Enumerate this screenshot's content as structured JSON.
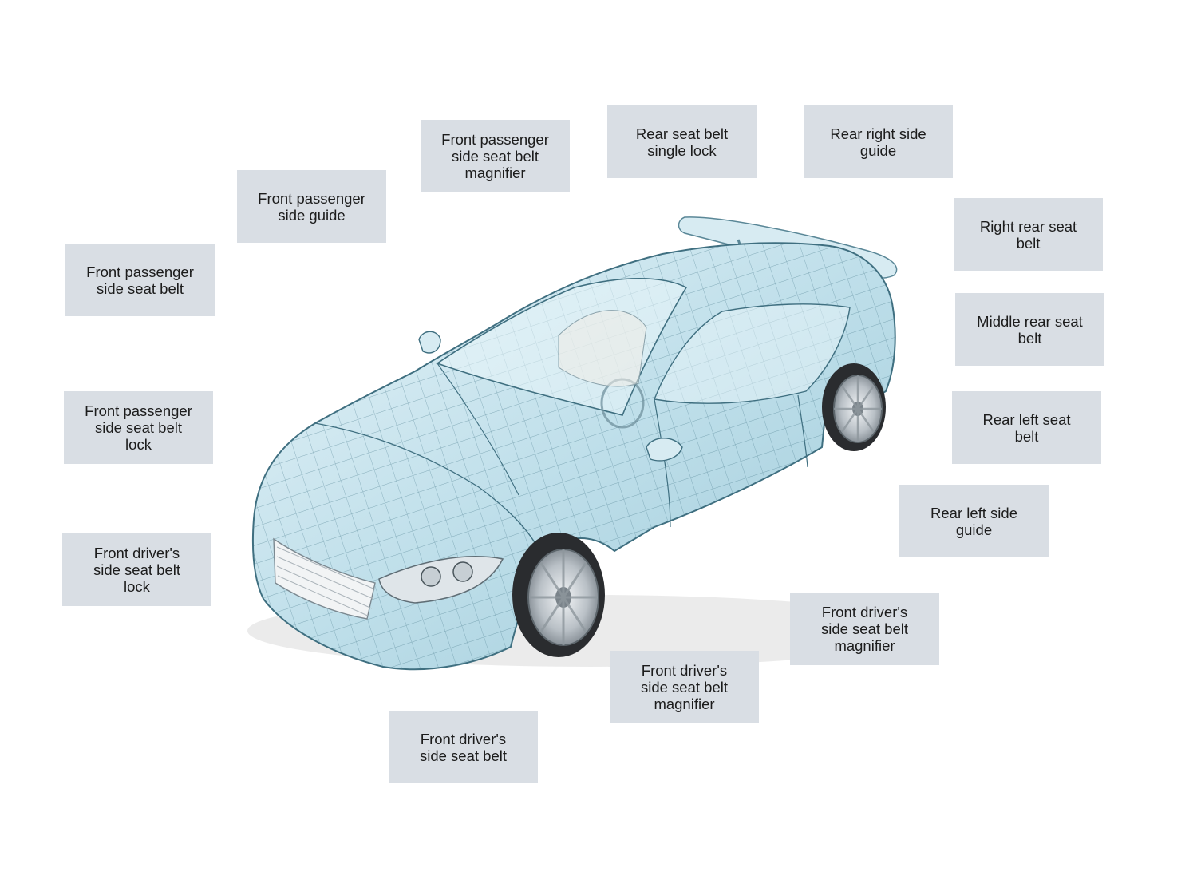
{
  "labels": {
    "front_passenger_seat_belt": "Front passenger\nside seat belt",
    "front_passenger_guide": "Front passenger\nside guide",
    "front_passenger_magnifier": "Front passenger\nside seat belt\nmagnifier",
    "rear_single_lock": "Rear seat belt\nsingle lock",
    "rear_right_guide": "Rear right side\nguide",
    "right_rear_belt": "Right rear seat\nbelt",
    "middle_rear_belt": "Middle rear seat\nbelt",
    "rear_left_belt": "Rear left seat\nbelt",
    "rear_left_guide": "Rear left  side\nguide",
    "front_passenger_lock": "Front passenger\nside seat belt\nlock",
    "front_driver_lock": "Front driver's\nside seat belt\nlock",
    "front_driver_magnifier_right": "Front driver's\nside seat belt\nmagnifier",
    "front_driver_magnifier_center": "Front driver's\nside seat belt\nmagnifier",
    "front_driver_belt": "Front driver's\nside seat belt"
  },
  "colors": {
    "callout_bg": "#d9dee4",
    "text": "#1c1c1c",
    "wireframe": "#3f6f80",
    "glass": "#c9e4ee",
    "tire": "#2a2c2f"
  }
}
